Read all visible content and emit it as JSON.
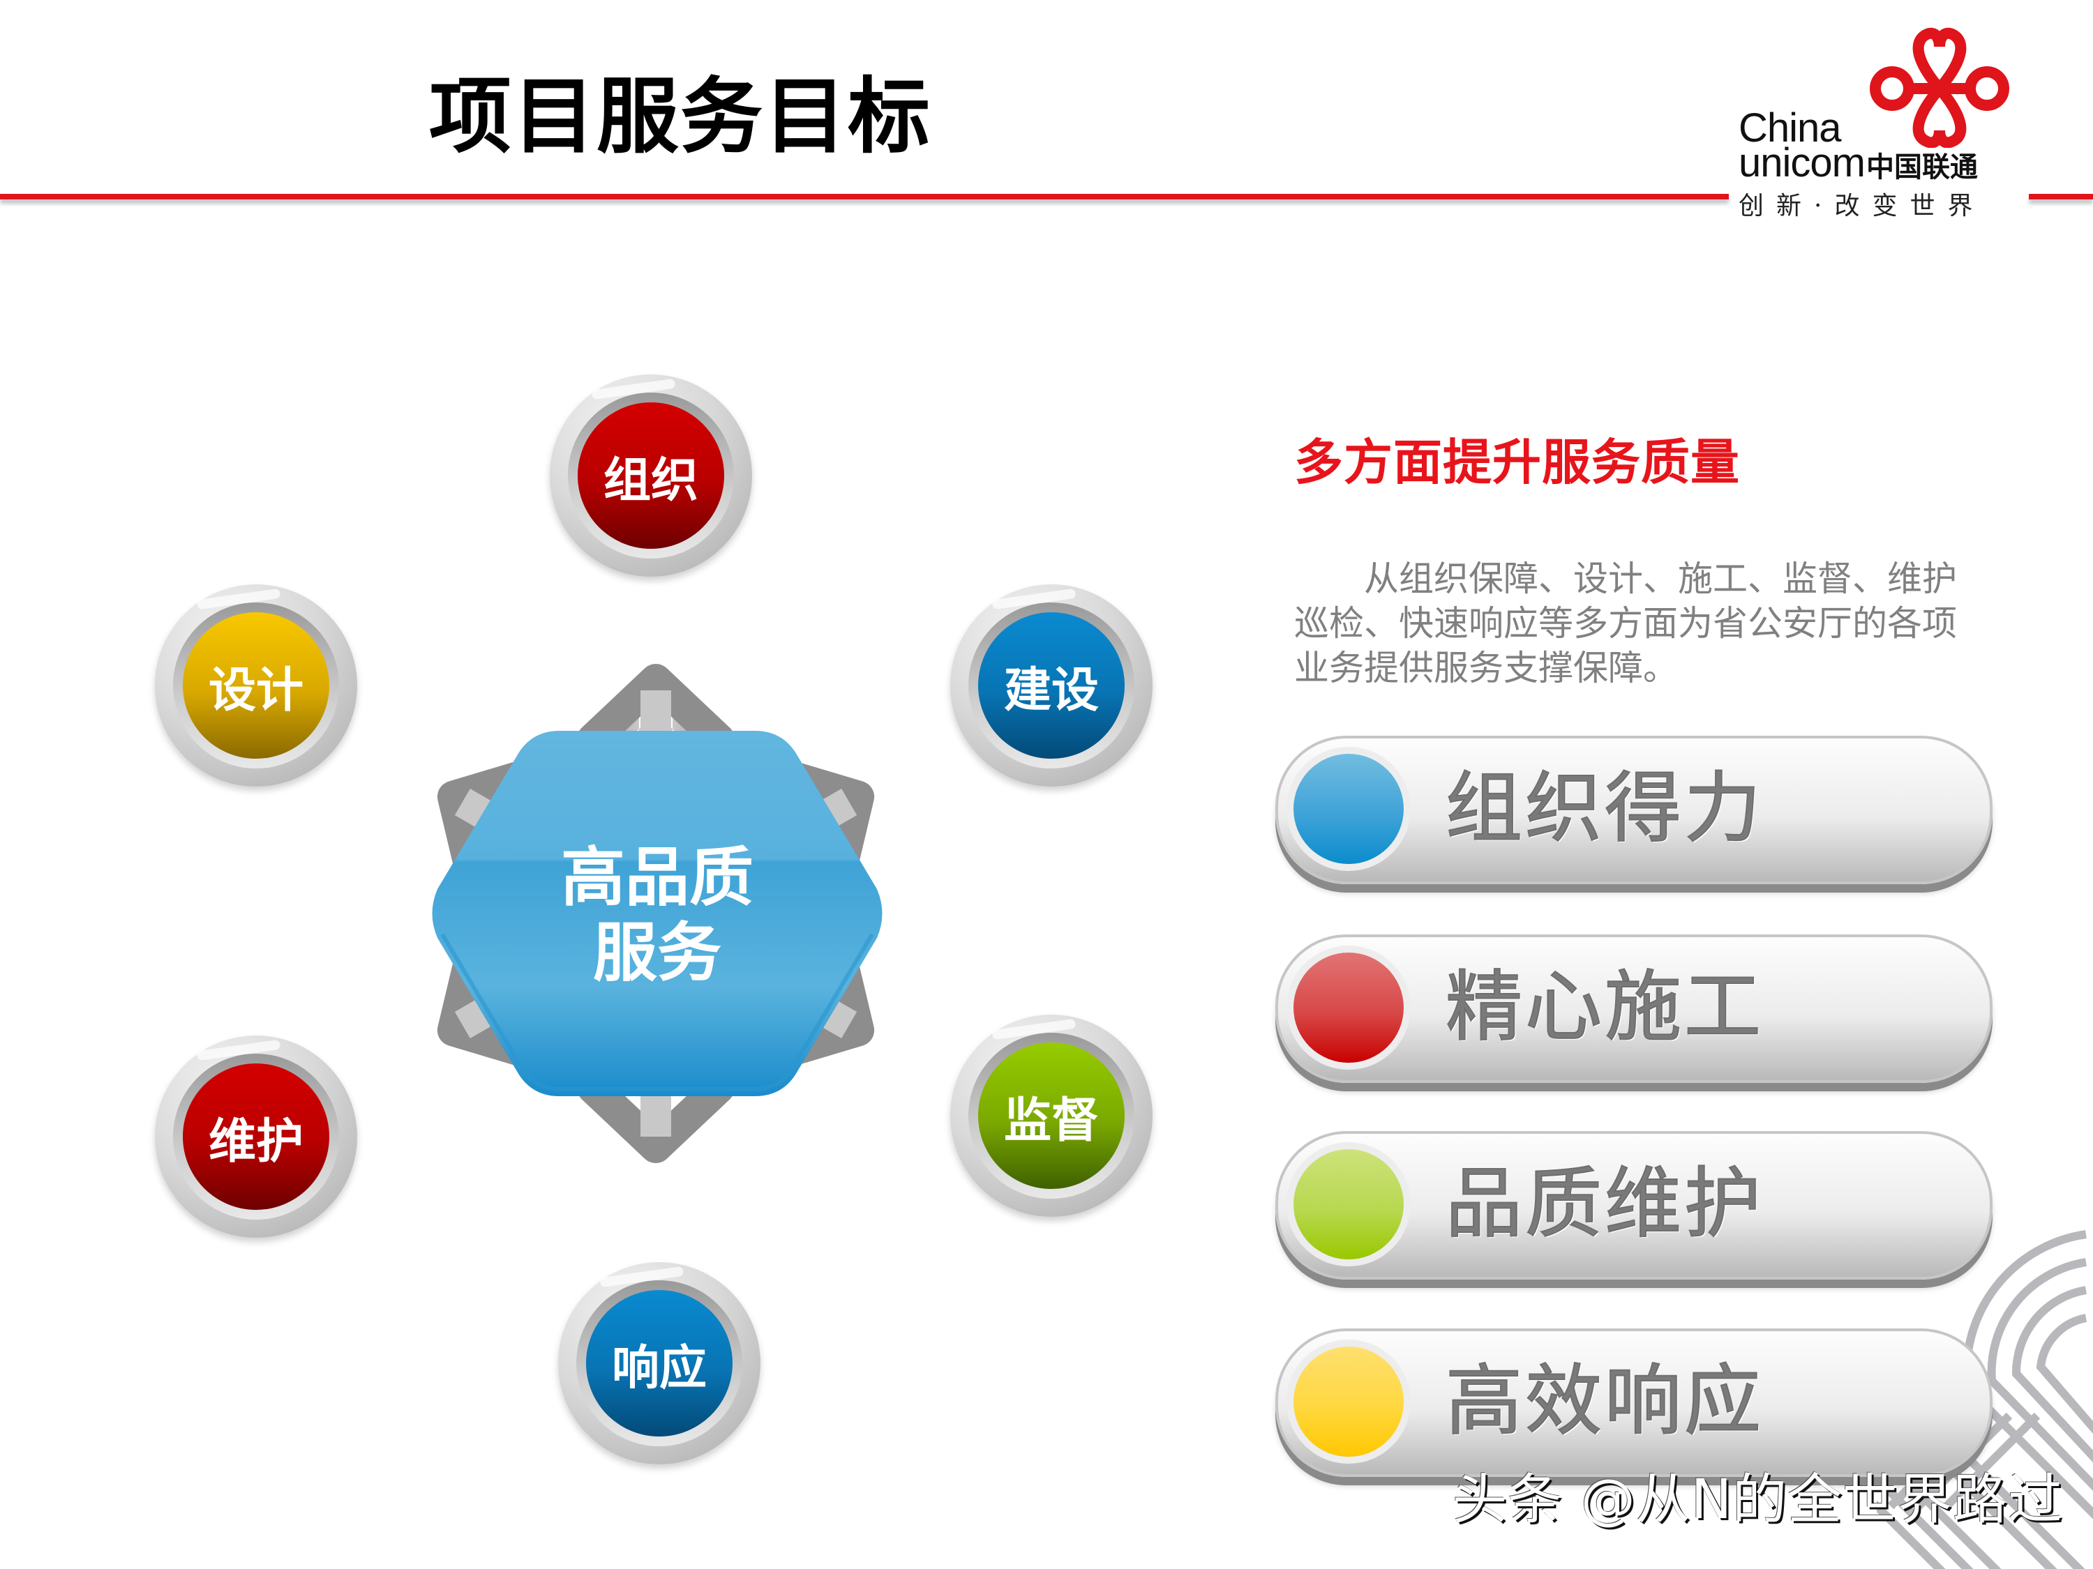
{
  "header": {
    "title": "项目服务目标"
  },
  "logo": {
    "brand_en_line1": "China",
    "brand_en_line2": "unicom",
    "brand_cn": "中国联通",
    "slogan": "创新·改变世界",
    "colors": {
      "red": "#e0141b",
      "text": "#111111"
    }
  },
  "diagram": {
    "center_label_line1": "高品质",
    "center_label_line2": "服务",
    "center_color": "#4aa9dc",
    "nodes": [
      {
        "label": "组织",
        "position": "top",
        "color": "#c00000"
      },
      {
        "label": "建设",
        "position": "upper-right",
        "color": "#0b7dc0"
      },
      {
        "label": "监督",
        "position": "lower-right",
        "color": "#7ab800"
      },
      {
        "label": "响应",
        "position": "bottom",
        "color": "#0b7dc0"
      },
      {
        "label": "维护",
        "position": "lower-left",
        "color": "#c00000"
      },
      {
        "label": "设计",
        "position": "upper-left",
        "color": "#f0b800"
      }
    ]
  },
  "right_panel": {
    "heading": "多方面提升服务质量",
    "heading_color": "#e8141b",
    "body": "从组织保障、设计、施工、监督、维护巡检、快速响应等多方面为省公安厅的各项业务提供服务支撑保障。",
    "items": [
      {
        "label": "组织得力",
        "dot_color": "#3fa3d8"
      },
      {
        "label": "精心施工",
        "dot_color": "#d23a3a"
      },
      {
        "label": "品质维护",
        "dot_color": "#a8d040"
      },
      {
        "label": "高效响应",
        "dot_color": "#ffd21f"
      }
    ]
  },
  "watermark": "头条 @从N的全世界路过"
}
